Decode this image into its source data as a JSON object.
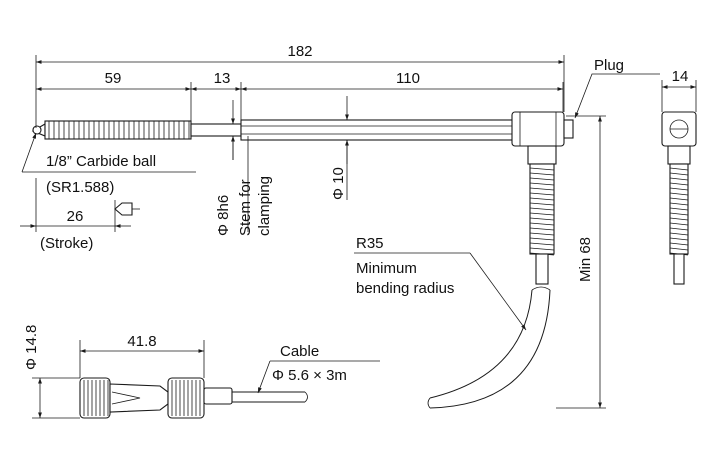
{
  "dimensions": {
    "overall_length": "182",
    "threaded_length": "59",
    "stem_length": "13",
    "rod_length": "110",
    "side_width": "14",
    "stroke": "26",
    "stroke_caption": "(Stroke)",
    "cable_connector_length": "41.8",
    "connector_diameter": "Φ 14.8",
    "stem_diameter": "Φ 8h6",
    "rod_diameter": "Φ 10",
    "min_height": "Min 68"
  },
  "labels": {
    "plug": "Plug",
    "carbide_ball": "1/8” Carbide ball",
    "ball_radius": "(SR1.588)",
    "stem_clamping_line1": "Stem for",
    "stem_clamping_line2": "clamping",
    "bend_radius": "R35",
    "bend_note_line1": "Minimum",
    "bend_note_line2": "bending radius",
    "cable": "Cable",
    "cable_spec": "Φ 5.6 × 3m"
  }
}
